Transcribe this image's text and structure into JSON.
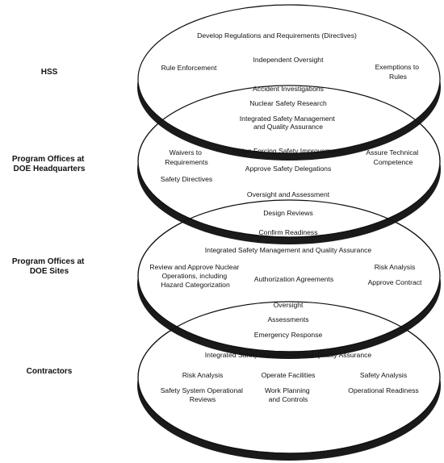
{
  "levels": [
    {
      "name": "HSS",
      "items": [
        "Develop Regulations and Requirements (Directives)",
        "Independent Oversight",
        "Rule Enforcement",
        "Exemptions to Rules"
      ]
    },
    {
      "name": "Program Offices at DOE Headquarters",
      "items": [
        "Waivers to Requirements",
        "Action Forcing Safety Improvements",
        "Assure Technical Competence",
        "Approve Safety Delegations",
        "Safety Directives"
      ]
    },
    {
      "name": "Program Offices at DOE Sites",
      "items": [
        "Integrated Safety Management and Quality Assurance",
        "Review and Approve Nuclear Operations, including Hazard Categorization",
        "Risk Analysis",
        "Authorization Agreements",
        "Approve Contract"
      ]
    },
    {
      "name": "Contractors",
      "items": [
        "Integrated Safety Management and Quality Assurance",
        "Risk Analysis",
        "Operate Facilities",
        "Safety Analysis",
        "Safety System Operational Reviews",
        "Work Planning and Controls",
        "Operational Readiness"
      ]
    }
  ],
  "overlaps": [
    {
      "between": [
        "HSS",
        "Program Offices at DOE Headquarters"
      ],
      "items": [
        "Accident Investigations",
        "Nuclear Safety Research",
        "Integrated Safety Management and Quality Assurance"
      ]
    },
    {
      "between": [
        "Program Offices at DOE Headquarters",
        "Program Offices at DOE Sites"
      ],
      "items": [
        "Oversight and Assessment",
        "Design Reviews",
        "Confirm Readiness"
      ]
    },
    {
      "between": [
        "Program Offices at DOE Sites",
        "Contractors"
      ],
      "items": [
        "Oversight",
        "Assessments",
        "Emergency Response"
      ]
    }
  ]
}
